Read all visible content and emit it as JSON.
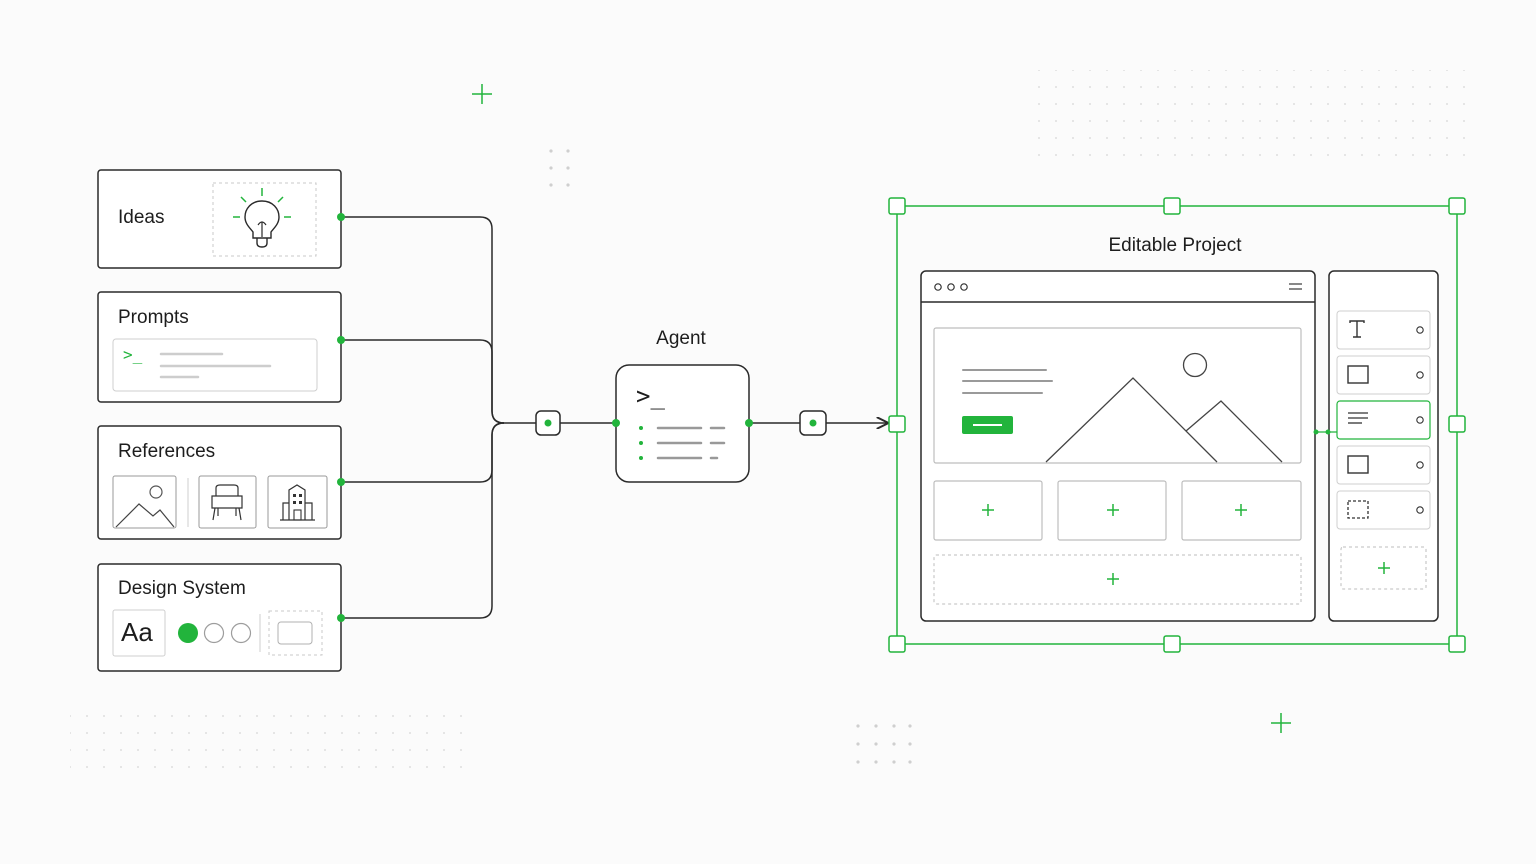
{
  "inputs": {
    "ideas_label": "Ideas",
    "prompts_label": "Prompts",
    "prompts_prompt_glyph": ">_",
    "references_label": "References",
    "design_system_label": "Design System",
    "typography_sample": "Aa"
  },
  "agent": {
    "title": "Agent",
    "terminal_glyph": ">_"
  },
  "project": {
    "title": "Editable Project",
    "tool_panel_items": [
      "text-tool",
      "rectangle-tool",
      "paragraph-tool",
      "rectangle-tool",
      "dashed-selection-tool"
    ]
  },
  "colors": {
    "accent": "#22b43c",
    "line": "#2a2a2a",
    "muted": "#b9b9b9",
    "background": "#fbfbfb"
  }
}
